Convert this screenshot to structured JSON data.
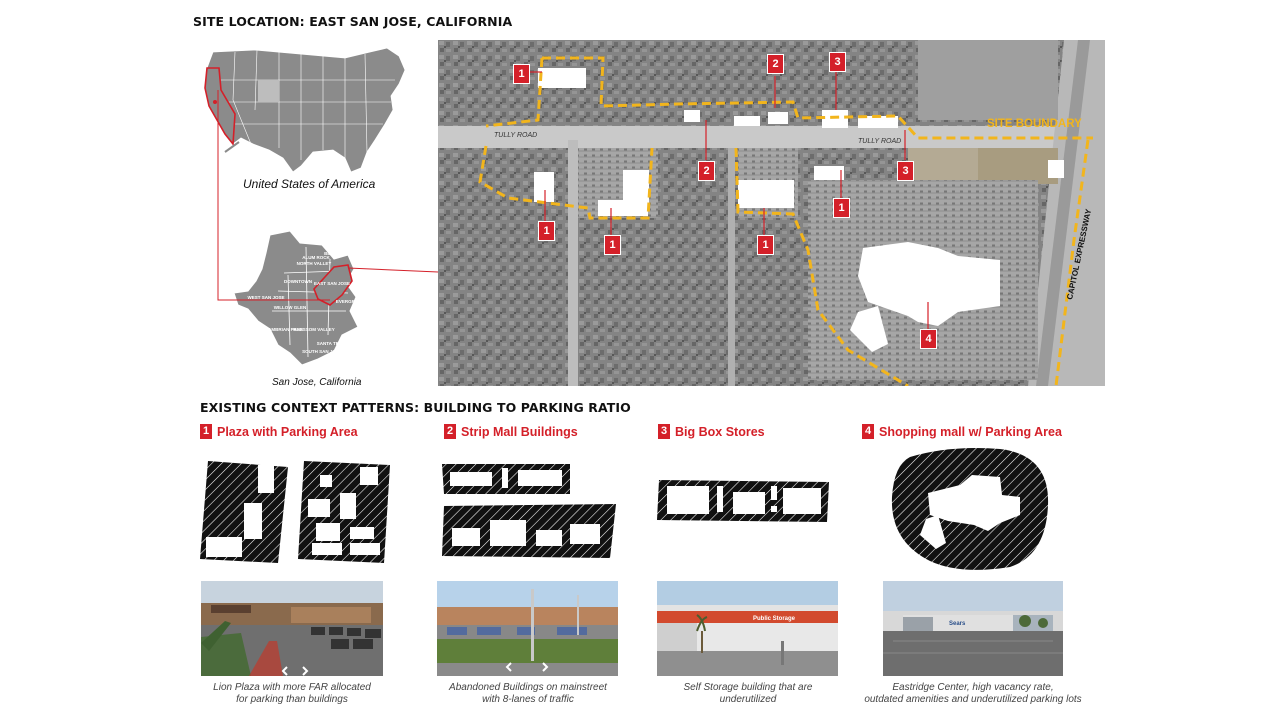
{
  "site_location_title": "SITE LOCATION: EAST SAN JOSE, CALIFORNIA",
  "usa_caption": "United States of America",
  "sj_caption": "San Jose, California",
  "sj_districts": [
    "NORTH VALLEY",
    "ALUM ROCK",
    "DOWNTOWN",
    "BERRYESSA",
    "EAST SAN JOSE",
    "EVERGREEN",
    "WEST SAN JOSE",
    "WILLOW GLEN",
    "CAMBRIAN PARK",
    "BLOSSOM VALLEY",
    "SANTA TERESA",
    "SOUTH SAN JOSE"
  ],
  "map": {
    "site_boundary_label": "SITE BOUNDARY",
    "tully_road_label_1": "TULLY ROAD",
    "tully_road_label_2": "TULLY ROAD",
    "expressway_label": "CAPITOL EXPRESSWAY",
    "markers": [
      "1",
      "2",
      "3",
      "2",
      "3",
      "1",
      "1",
      "1",
      "1",
      "4"
    ]
  },
  "context_title": "EXISTING CONTEXT PATTERNS: BUILDING TO PARKING RATIO",
  "patterns": [
    {
      "num": "1",
      "label": "Plaza with Parking Area",
      "caption_l1": "Lion Plaza with more FAR allocated",
      "caption_l2": "for parking than buildings"
    },
    {
      "num": "2",
      "label": "Strip Mall Buildings",
      "caption_l1": "Abandoned Buildings on mainstreet",
      "caption_l2": "with 8-lanes of traffic"
    },
    {
      "num": "3",
      "label": "Big Box Stores",
      "caption_l1": "Self Storage building that are",
      "caption_l2": "underutilized"
    },
    {
      "num": "4",
      "label": "Shopping mall  w/ Parking Area",
      "caption_l1": "Eastridge Center, high vacancy rate,",
      "caption_l2": "outdated amenities and underutilized parking lots"
    }
  ],
  "photo_signs": {
    "storage": "Public Storage",
    "mall": "Sears"
  },
  "colors": {
    "accent_red": "#d42029",
    "boundary_yellow": "#f2b51c",
    "map_gray": "#8d8d8d",
    "hatch_black": "#111111"
  }
}
